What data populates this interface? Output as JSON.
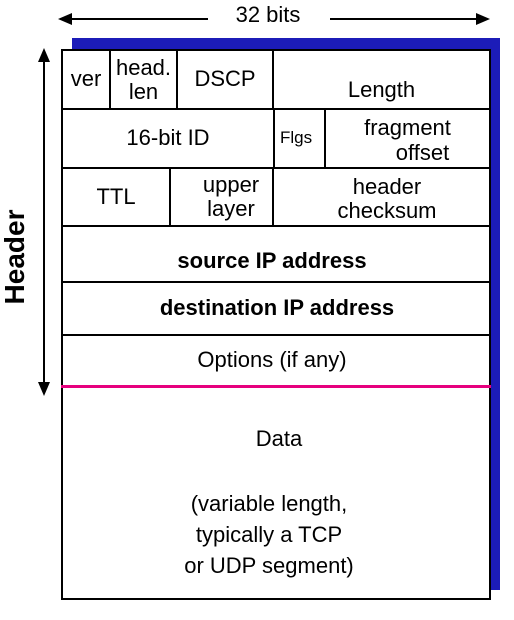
{
  "width_label": "32 bits",
  "side_label": "Header",
  "fields": {
    "ver": "ver",
    "head_len_1": "head.",
    "head_len_2": "len",
    "dscp": "DSCP",
    "length": "Length",
    "id": "16-bit ID",
    "flags": "Flgs",
    "frag_1": "fragment",
    "frag_2": "offset",
    "ttl": "TTL",
    "upper_1": "upper",
    "upper_2": "layer",
    "checksum_1": "header",
    "checksum_2": "checksum",
    "source": "source IP address",
    "destination": "destination IP address",
    "options": "Options (if any)",
    "data_title": "Data",
    "data_desc_1": "(variable length,",
    "data_desc_2": "typically a TCP",
    "data_desc_3": "or UDP segment)"
  },
  "colors": {
    "shadow": "#1c1cb8",
    "header_data_divider": "#e6007e"
  }
}
